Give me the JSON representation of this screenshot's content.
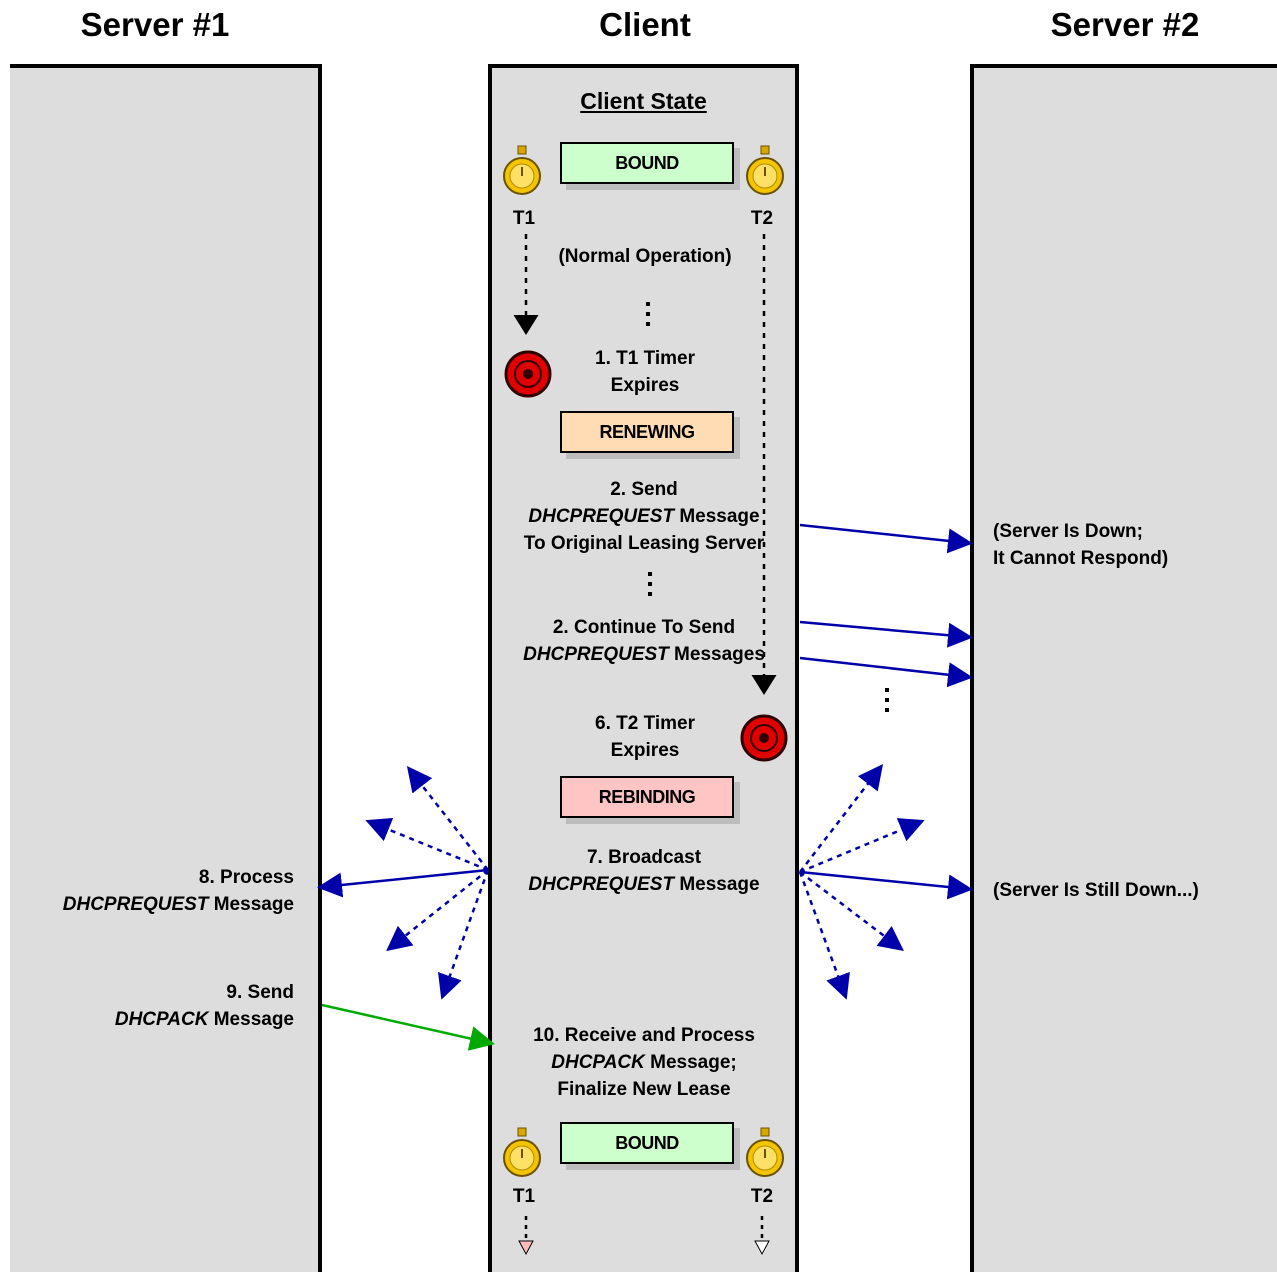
{
  "headers": {
    "server1": "Server #1",
    "client": "Client",
    "server2": "Server #2"
  },
  "client_state_title": "Client State",
  "states": {
    "bound": "BOUND",
    "renewing": "RENEWING",
    "rebinding": "REBINDING"
  },
  "colors": {
    "bound": "#ccffcc",
    "renewing": "#ffdcb4",
    "rebinding": "#ffc4c4",
    "column": "#dddddd",
    "arrow_blue": "#0000aa",
    "arrow_green": "#00aa00",
    "timer_gold": "#f5c400",
    "alarm_red": "#e00000"
  },
  "timers": {
    "t1": "T1",
    "t2": "T2"
  },
  "icons": {
    "timer": "stopwatch-icon",
    "alarm": "expired-timer-icon"
  },
  "client": {
    "normal_operation": "(Normal Operation)",
    "step1_line1": "1. T1 Timer",
    "step1_line2": "Expires",
    "step2_line1": "2. Send",
    "step2_line2_em": "DHCPREQUEST",
    "step2_line2_rest": " Message",
    "step2_line3": "To Original Leasing Server",
    "step2b_line1": "2. Continue To Send",
    "step2b_line2_em": "DHCPREQUEST",
    "step2b_line2_rest": " Messages",
    "step6_line1": "6. T2 Timer",
    "step6_line2": "Expires",
    "step7_line1": "7. Broadcast",
    "step7_line2_em": "DHCPREQUEST",
    "step7_line2_rest": " Message",
    "step10_line1": "10. Receive and Process",
    "step10_line2_em": "DHCPACK",
    "step10_line2_rest": " Message;",
    "step10_line3": "Finalize New Lease"
  },
  "server1": {
    "step8_line1": "8. Process",
    "step8_line2_em": "DHCPREQUEST",
    "step8_line2_rest": " Message",
    "step9_line1": "9. Send",
    "step9_line2_em": "DHCPACK",
    "step9_line2_rest": " Message"
  },
  "server2": {
    "down_line1": "(Server Is Down;",
    "down_line2": "It Cannot Respond)",
    "still_down": "(Server Is Still Down...)"
  }
}
